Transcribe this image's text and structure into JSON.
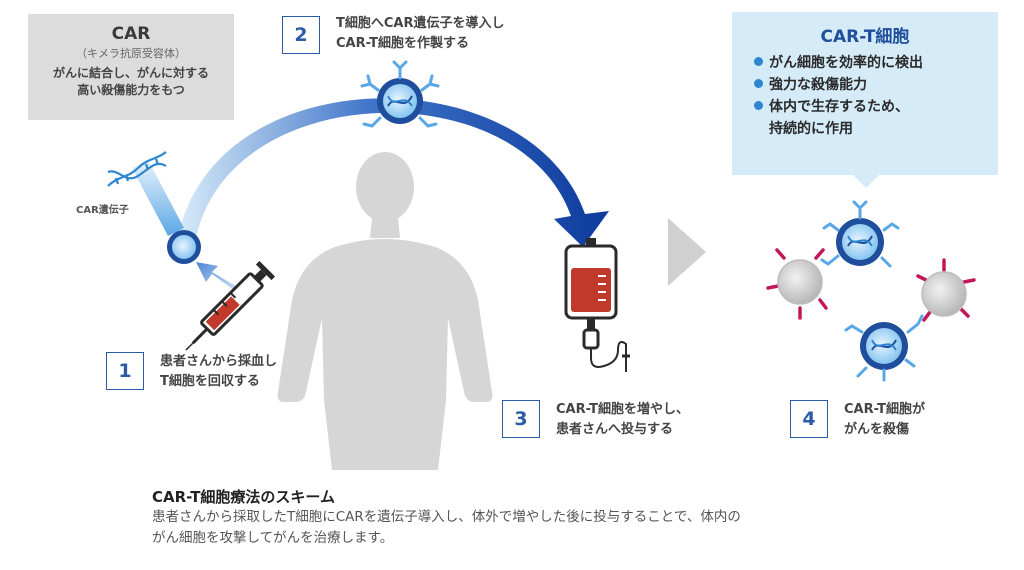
{
  "car_box": {
    "title": "CAR",
    "subtitle": "（キメラ抗原受容体）",
    "desc_line1": "がんに結合し、がんに対する",
    "desc_line2": "高い殺傷能力をもつ"
  },
  "gene_label": "CAR遺伝子",
  "steps": [
    {
      "number": "1",
      "line1": "患者さんから採血し",
      "line2": "T細胞を回収する"
    },
    {
      "number": "2",
      "line1": "T細胞へCAR遺伝子を導入し",
      "line2": "CAR-T細胞を作製する"
    },
    {
      "number": "3",
      "line1": "CAR-T細胞を増やし、",
      "line2": "患者さんへ投与する"
    },
    {
      "number": "4",
      "line1": "CAR-T細胞が",
      "line2": "がんを殺傷"
    }
  ],
  "cart_box": {
    "title": "CAR-T細胞",
    "bullets": [
      "がん細胞を効率的に検出",
      "強力な殺傷能力",
      "体内で生存するため、"
    ],
    "continuation": "持続的に作用"
  },
  "scheme": {
    "title": "CAR-T細胞療法のスキーム",
    "line1": "患者さんから採取したT細胞にCARを遺伝子導入し、体外で増やした後に投与することで、体内の",
    "line2": "がん細胞を攻撃してがんを治療します。"
  },
  "colors": {
    "primary_blue": "#1f4e9c",
    "accent_blue": "#2e86d1",
    "light_blue_box": "#d5ebf8",
    "gray_box": "#dcdcdc",
    "human_silhouette": "#d6d6d6",
    "blood_red": "#c0392b",
    "cancer_spike": "#c2185b"
  }
}
